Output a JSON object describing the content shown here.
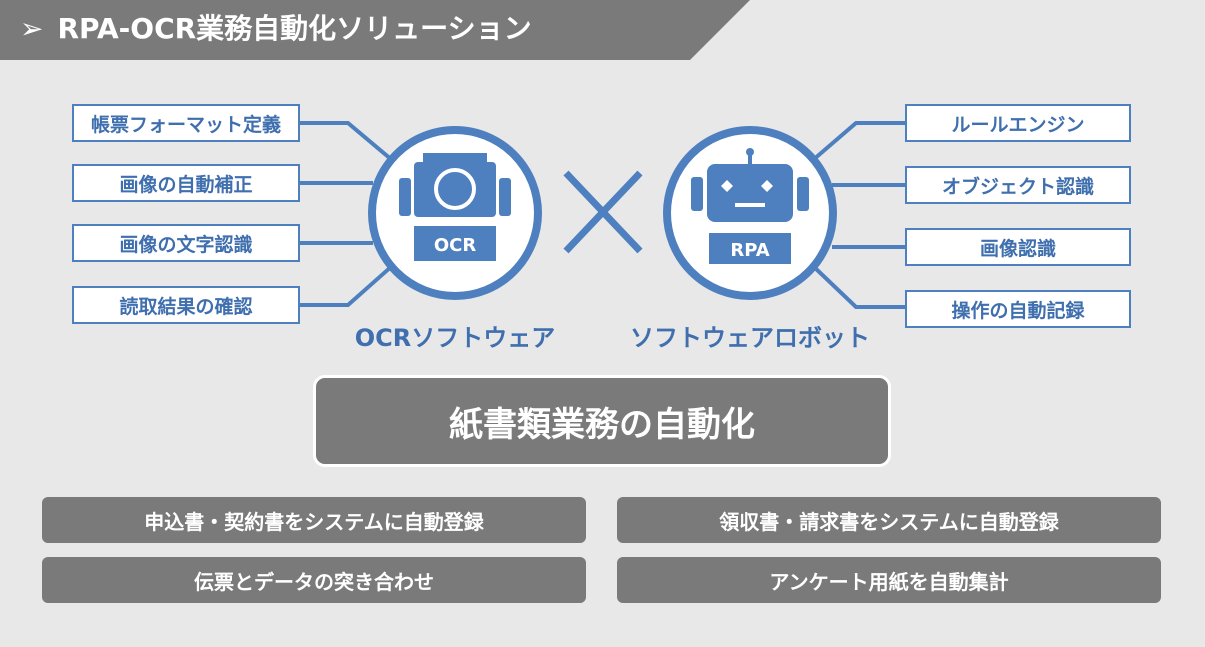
{
  "title": {
    "arrow": "➢",
    "text": "RPA-OCR業務自動化ソリューション"
  },
  "colors": {
    "accent": "#4e7fbf",
    "banner": "#7a7a7a",
    "background": "#e8e8e8"
  },
  "ocr": {
    "icon": "camera-icon",
    "badge": "OCR",
    "label": "OCRソフトウェア",
    "features": [
      "帳票フォーマット定義",
      "画像の自動補正",
      "画像の文字認識",
      "読取結果の確認"
    ]
  },
  "cross": {
    "icon": "cross-icon"
  },
  "rpa": {
    "icon": "robot-icon",
    "badge": "RPA",
    "label": "ソフトウェアロボット",
    "features": [
      "ルールエンジン",
      "オブジェクト認識",
      "画像認識",
      "操作の自動記録"
    ]
  },
  "result": {
    "text": "紙書類業務の自動化"
  },
  "usecases": [
    "申込書・契約書をシステムに自動登録",
    "領収書・請求書をシステムに自動登録",
    "伝票とデータの突き合わせ",
    "アンケート用紙を自動集計"
  ]
}
